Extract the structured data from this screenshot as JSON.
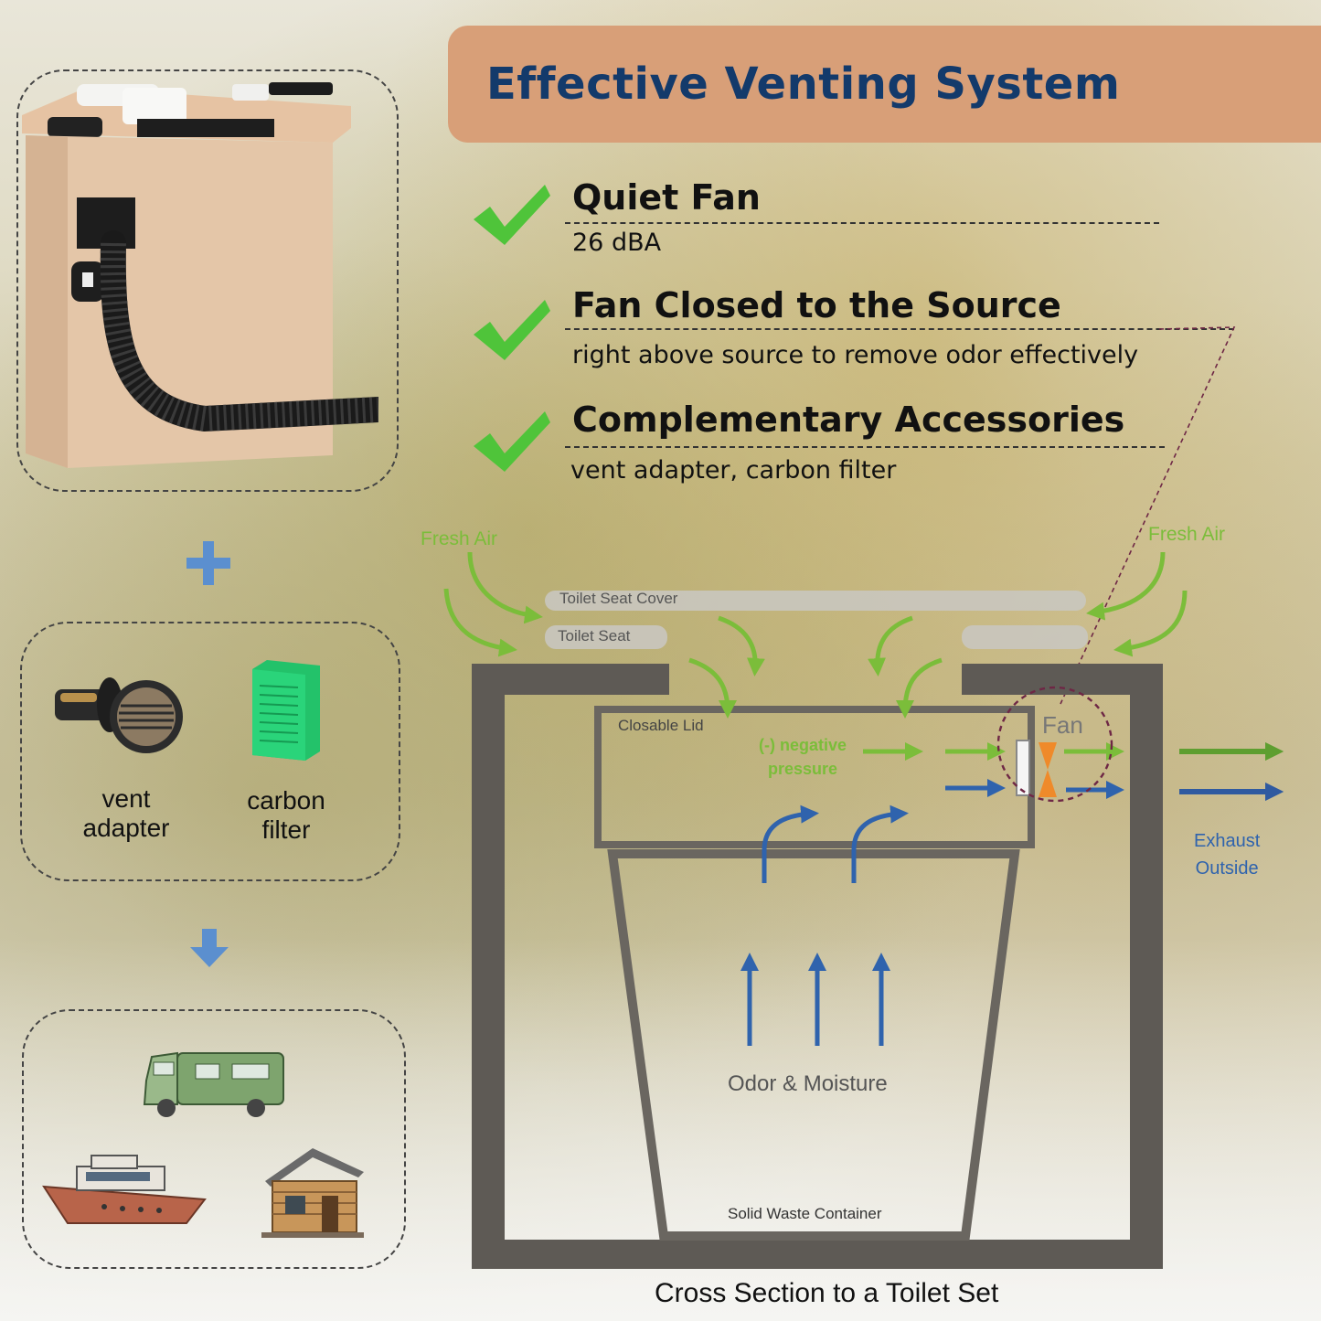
{
  "header": {
    "title": "Effective Venting System"
  },
  "features": [
    {
      "title": "Quiet Fan",
      "subtitle": "26 dBA"
    },
    {
      "title": "Fan Closed to the Source",
      "subtitle": "right above source to remove odor effectively"
    },
    {
      "title": "Complementary Accessories",
      "subtitle": "vent adapter, carbon filter"
    }
  ],
  "accessories": {
    "vent_adapter": "vent\nadapter",
    "carbon_filter": "carbon\nfilter"
  },
  "diagram": {
    "fresh_air_left": "Fresh Air",
    "fresh_air_right": "Fresh Air",
    "toilet_seat_cover": "Toilet Seat Cover",
    "toilet_seat": "Toilet Seat",
    "closable_lid": "Closable Lid",
    "negative_pressure": "(-) negative\npressure",
    "fan": "Fan",
    "exhaust_outside": "Exhaust\nOutside",
    "odor_moisture": "Odor & Moisture",
    "solid_waste_container": "Solid Waste Container",
    "caption": "Cross Section to a Toilet Set"
  },
  "colors": {
    "banner": "#d89f78",
    "title": "#133a6b",
    "check_green": "#4fc43a",
    "air_green": "#7bbd3a",
    "air_blue": "#2f63ad",
    "fan_orange": "#ef8a2a",
    "wall": "#5e5a55"
  }
}
